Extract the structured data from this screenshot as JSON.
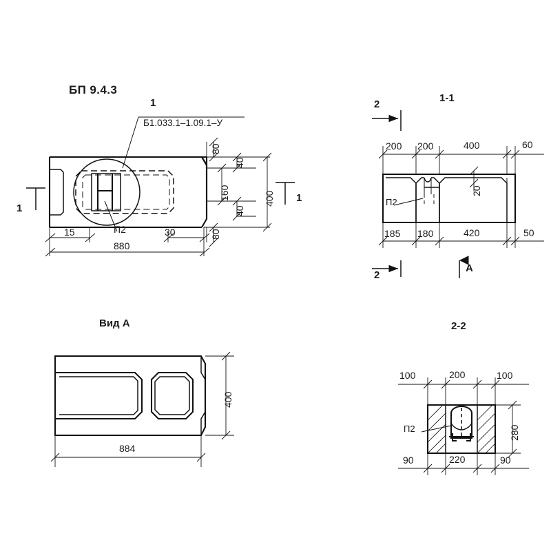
{
  "drawing": {
    "title": "БП 9.4.3",
    "series_code": "Б1.033.1–1.09.1–У"
  },
  "views": {
    "main": {
      "title": "БП 9.4.3",
      "callout_number": "1",
      "code_label": "Б1.033.1–1.09.1–У",
      "section_mark_left": "1",
      "section_mark_right": "1",
      "embed_label": "П2",
      "dims_bottom": [
        "15",
        "880",
        "30"
      ],
      "dims_right_outer": "400",
      "dims_right_inner": [
        "80",
        "40",
        "160",
        "40",
        "80"
      ]
    },
    "section11": {
      "title": "1-1",
      "section_mark_top": "2",
      "section_mark_bottom": "2",
      "view_arrow": "A",
      "embed_label": "П2",
      "dims_top": [
        "200",
        "200",
        "400",
        "60"
      ],
      "dims_bottom": [
        "185",
        "180",
        "420",
        "50"
      ],
      "dim_inner": "20"
    },
    "viewA": {
      "title": "Вид А",
      "dim_width": "884",
      "dim_height": "400"
    },
    "section22": {
      "title": "2-2",
      "embed_label": "П2",
      "dims_top": [
        "100",
        "200",
        "100"
      ],
      "dims_bottom": [
        "90",
        "220",
        "90"
      ],
      "dim_height": "280"
    }
  },
  "colors": {
    "line": "#121212",
    "background": "#ffffff"
  }
}
